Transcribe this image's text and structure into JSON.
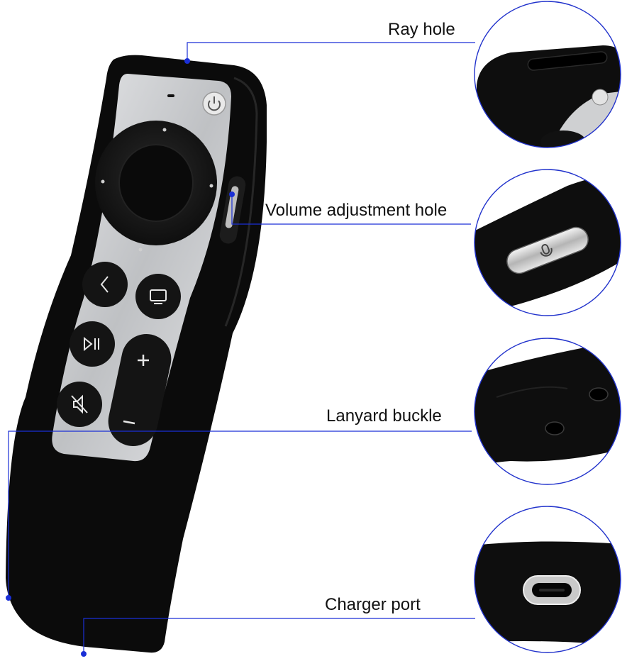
{
  "callouts": [
    {
      "id": "ray-hole",
      "label": "Ray hole"
    },
    {
      "id": "volume-adjustment-hole",
      "label": "Volume adjustment hole"
    },
    {
      "id": "lanyard-buckle",
      "label": "Lanyard buckle"
    },
    {
      "id": "charger-port",
      "label": "Charger port"
    }
  ],
  "colors": {
    "case": "#0b0b0b",
    "remote_face": "#cfd0d2",
    "leader_line": "#1a2fd6",
    "circle_border": "#2233cc",
    "button": "#141414",
    "port_ring": "#c9c9c9"
  }
}
